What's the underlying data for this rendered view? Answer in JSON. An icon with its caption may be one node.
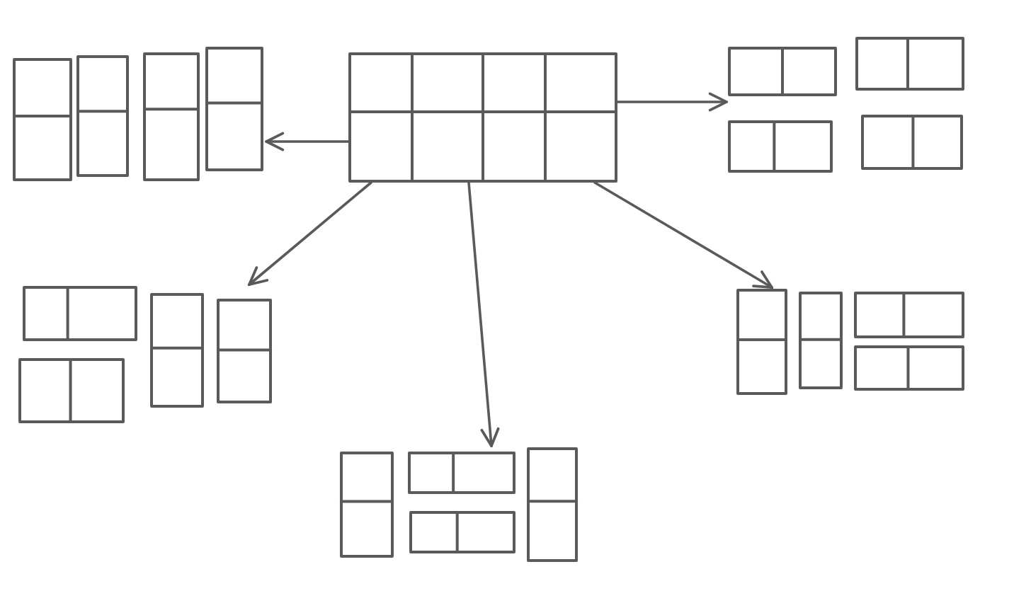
{
  "diagram": {
    "nodes": [
      {
        "text": [],
        "shape": "picture"
      },
      {
        "text": [],
        "shape": "box"
      },
      {
        "text": [],
        "shape": "picture"
      },
      {
        "text": [],
        "shape": "picture"
      },
      {
        "text": [],
        "shape": "picture"
      },
      {
        "text": [],
        "shape": "picture"
      }
    ],
    "edges": [
      {
        "from": 1,
        "to": 0,
        "arrow": "to"
      },
      {
        "from": 1,
        "to": 2,
        "arrow": "to"
      },
      {
        "from": 1,
        "to": 3,
        "arrow": "to"
      },
      {
        "from": 1,
        "to": 5,
        "arrow": "to"
      },
      {
        "from": 1,
        "to": 4,
        "arrow": "to"
      }
    ]
  }
}
